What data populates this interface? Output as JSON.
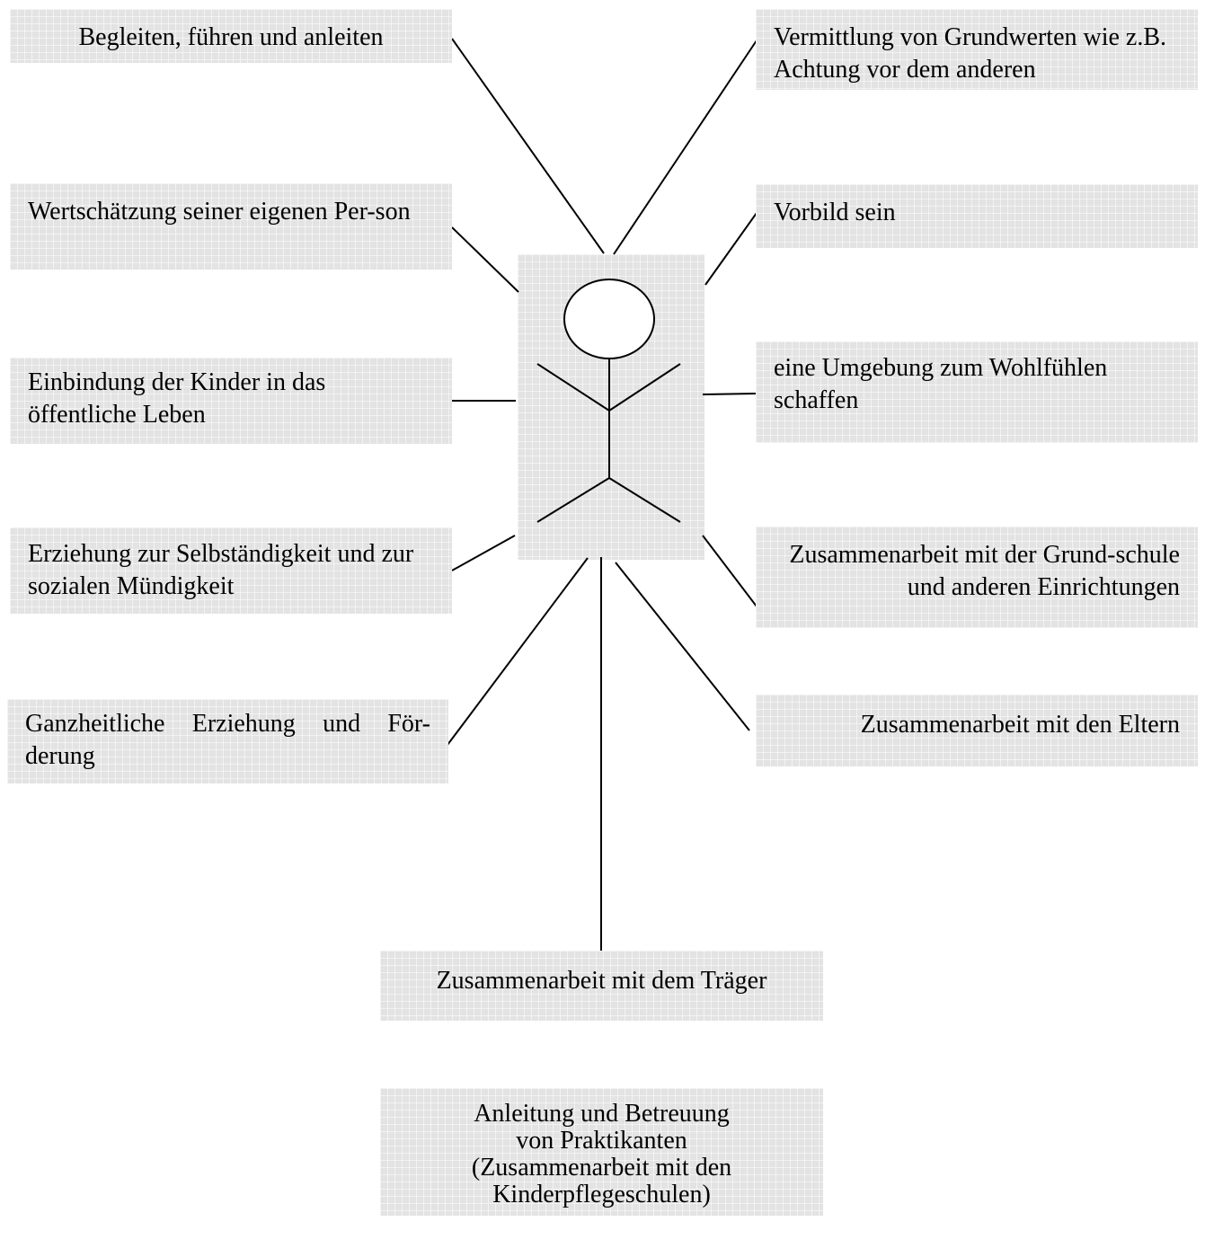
{
  "center": {
    "figure": "stick-figure"
  },
  "left": [
    {
      "id": "begleiten",
      "text": "Begleiten, führen und anleiten"
    },
    {
      "id": "wertschaetzung",
      "text": "Wertschätzung seiner eigenen Per-son"
    },
    {
      "id": "einbindung",
      "text": "Einbindung der Kinder in das öffentliche Leben"
    },
    {
      "id": "erziehung-selbst",
      "text": "Erziehung zur Selbständigkeit und zur sozialen Mündigkeit"
    },
    {
      "id": "ganzheitlich",
      "text": "Ganzheitliche Erziehung und För-derung"
    }
  ],
  "right": [
    {
      "id": "grundwerte",
      "text": "Vermittlung von Grundwerten wie z.B. Achtung vor dem anderen"
    },
    {
      "id": "vorbild",
      "text": "Vorbild sein"
    },
    {
      "id": "umgebung",
      "text": "eine Umgebung zum  Wohlfühlen schaffen"
    },
    {
      "id": "grundschule",
      "text": "Zusammenarbeit mit der Grund-schule und anderen Einrichtungen"
    },
    {
      "id": "eltern",
      "text": "Zusammenarbeit mit den Eltern"
    }
  ],
  "bottom": [
    {
      "id": "traeger",
      "text": "Zusammenarbeit mit dem Träger"
    },
    {
      "id": "praktikanten",
      "lines": [
        "Anleitung und Betreuung",
        "von Praktikanten",
        "(Zusammenarbeit mit den",
        "Kinderpflegeschulen)"
      ]
    }
  ],
  "colors": {
    "box_fill": "#e3e3e3",
    "line": "#000000"
  }
}
